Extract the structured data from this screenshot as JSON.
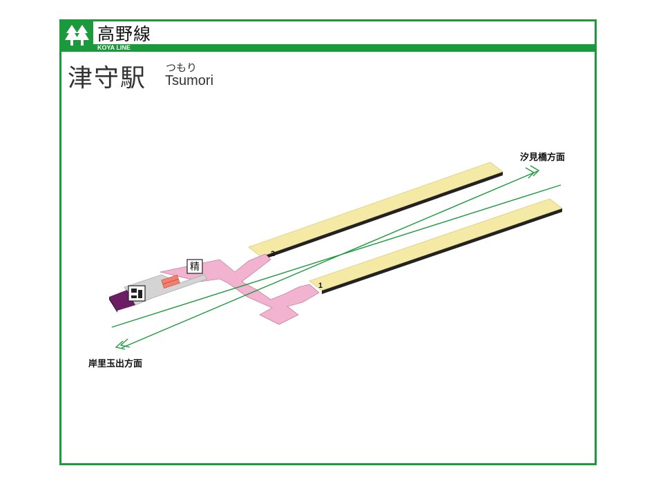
{
  "header": {
    "line_name": "高野線",
    "line_name_en": "KOYA LINE",
    "line_color": "#1a9a3c",
    "line_icon": "tree-icon"
  },
  "station": {
    "name": "津守駅",
    "kana": "つもり",
    "roman": "Tsumori"
  },
  "map": {
    "directions": {
      "up": "汐見橋方面",
      "down": "岸里玉出方面"
    },
    "platforms": [
      {
        "number": "2"
      },
      {
        "number": "1"
      }
    ],
    "facilities": {
      "fare_adjustment_label": "精",
      "ticket_machine_icon": "ticket-machine-icon",
      "ticket_gate_icon": "ticket-gate-icon"
    },
    "colors": {
      "platform": "#f5e9a6",
      "platform_edge": "#e0d080",
      "concourse": "#f2b3d0",
      "entrance": "#6b1e63",
      "ticket_area": "#d4d4d4",
      "gate": "#f08070",
      "track": "#1a9a3c"
    }
  }
}
